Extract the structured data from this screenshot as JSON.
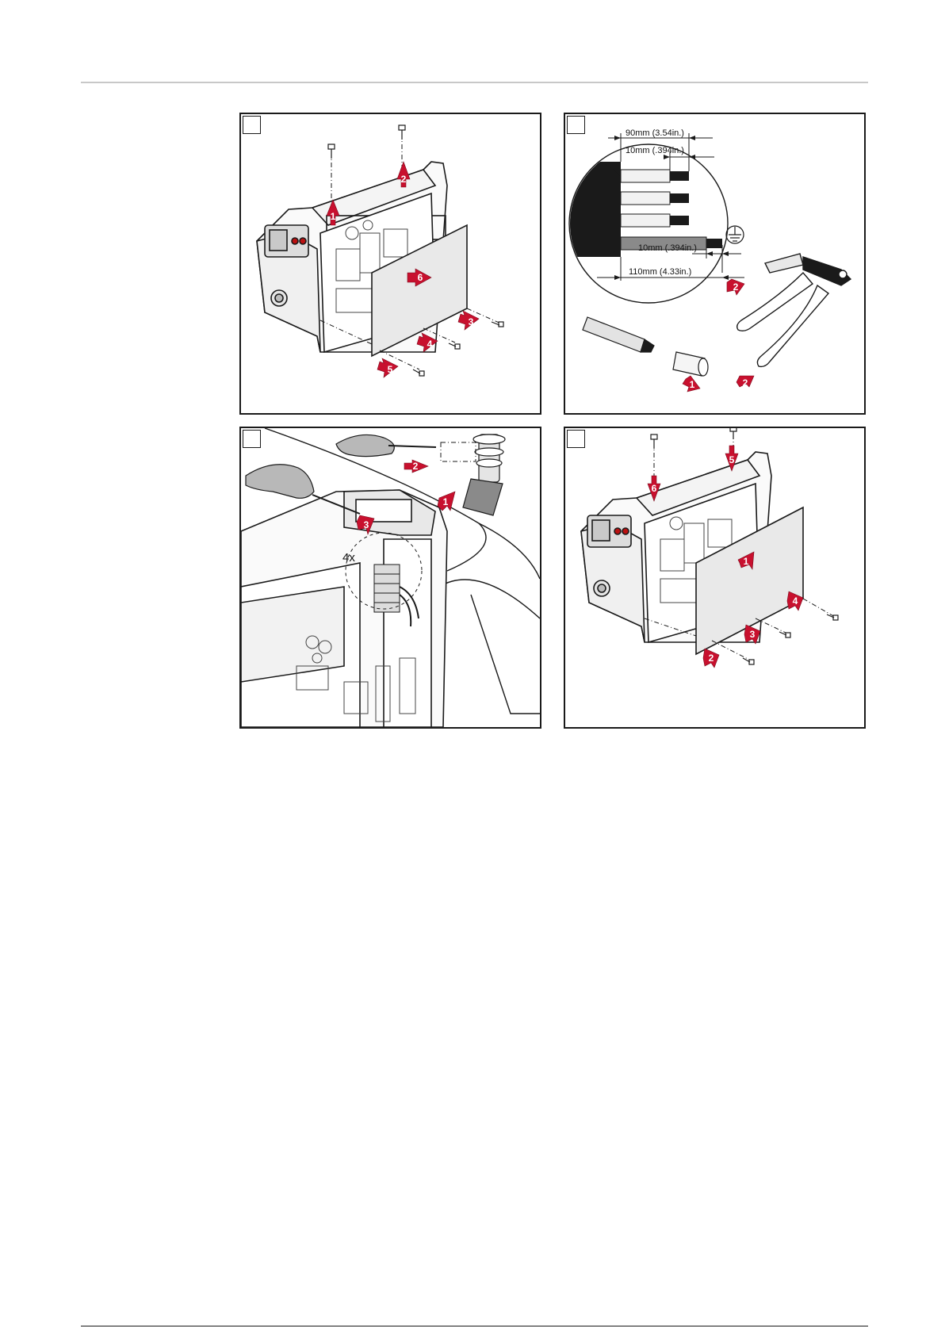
{
  "figures": [
    {
      "id": "remove-side-panel",
      "arrows": [
        "1",
        "2",
        "3",
        "4",
        "5",
        "6"
      ]
    },
    {
      "id": "strip-cable",
      "dimensions": {
        "outer_90": "90mm (3.54in.)",
        "strip_10_top": "10mm (.394in.)",
        "strip_10_bottom": "10mm (.394in.)",
        "outer_110": "110mm (4.33in.)"
      },
      "arrows": [
        "1",
        "2",
        "2"
      ]
    },
    {
      "id": "connect-terminals",
      "count_label": "4x",
      "arrows": [
        "1",
        "2",
        "3"
      ]
    },
    {
      "id": "refit-side-panel",
      "arrows": [
        "1",
        "2",
        "3",
        "4",
        "5",
        "6"
      ]
    }
  ],
  "colors": {
    "arrow_red": "#c8102e",
    "line": "#1a1a1a",
    "panel_grey": "#e9e9e9"
  }
}
